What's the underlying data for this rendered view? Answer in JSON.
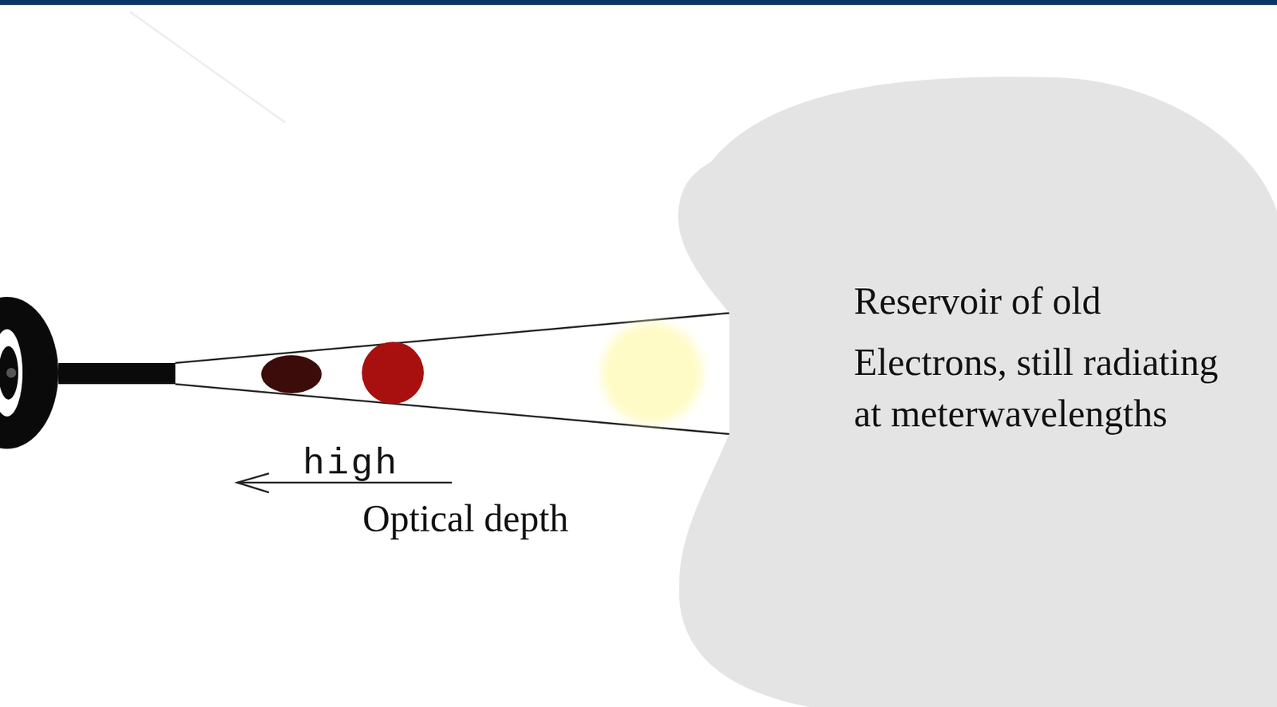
{
  "diagram": {
    "nodes": [
      {
        "text": [
          "Reservoir of old",
          "Electrons, still radiating",
          "at meterwavelengths"
        ]
      }
    ],
    "edges": [],
    "labels": [
      "high",
      "Optical depth"
    ]
  }
}
